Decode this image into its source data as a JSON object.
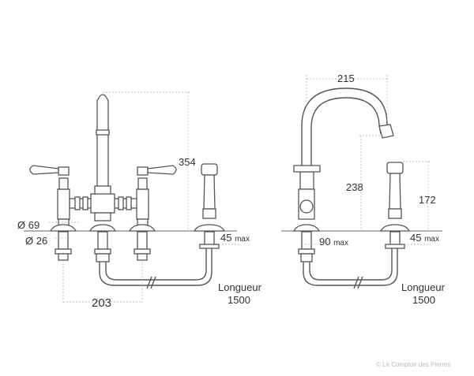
{
  "left_view": {
    "height_label": "354",
    "flange_diameter_label": "Ø 69",
    "thread_diameter_label": "Ø 26",
    "spacing_label": "203",
    "max_thickness_value": "45",
    "max_thickness_unit": "max",
    "hose_label": "Longueur",
    "hose_length": "1500"
  },
  "right_view": {
    "reach_label": "215",
    "spout_height_label": "238",
    "spray_height_label": "172",
    "max_thickness_value": "45",
    "max_thickness_unit": "max",
    "offset_value": "90",
    "offset_unit": "max",
    "hose_label": "Longueur",
    "hose_length": "1500"
  },
  "watermark": "© Le Comptoir des Pierres"
}
